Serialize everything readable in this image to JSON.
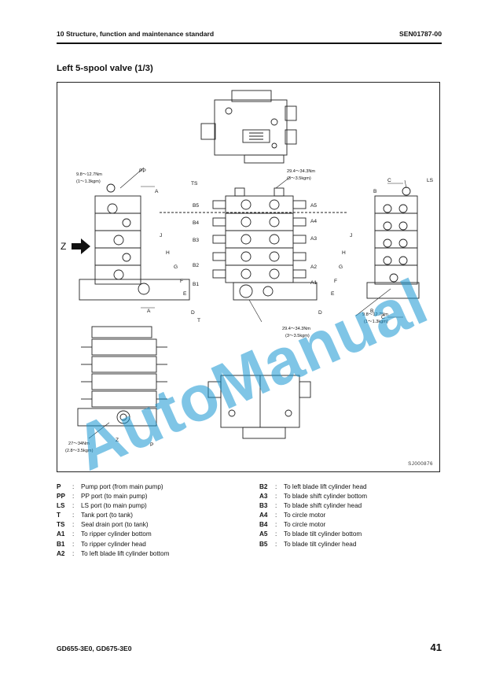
{
  "header": {
    "section": "10 Structure, function and maintenance standard",
    "doc_code": "SEN01787-00"
  },
  "title": "Left 5-spool valve (1/3)",
  "figure": {
    "code": "SJ000876",
    "torque_pp_1": "9.8～12.7Nm",
    "torque_pp_2": "(1～1.3kgm)",
    "torque_ts_1": "29.4～34.3Nm",
    "torque_ts_2": "(3～3.5kgm)",
    "torque_t_1": "29.4～34.3Nm",
    "torque_t_2": "(3～3.5kgm)",
    "torque_b_1": "9.8～12.7Nm",
    "torque_b_2": "(1～1.3kgm)",
    "torque_z_1": "27～34Nm",
    "torque_z_2": "(2.8～3.5kgm)",
    "ports": [
      "TS",
      "B5",
      "B4",
      "B3",
      "B2",
      "B1",
      "A5",
      "A4",
      "A3",
      "A2",
      "A1",
      "T",
      "PP",
      "P",
      "LS",
      "Z",
      "A",
      "B",
      "C",
      "D",
      "E",
      "F",
      "G",
      "H",
      "J"
    ]
  },
  "watermark": "AutoManual",
  "legend_left": [
    {
      "code": "P",
      "desc": "Pump port (from main pump)"
    },
    {
      "code": "PP",
      "desc": "PP port (to main pump)"
    },
    {
      "code": "LS",
      "desc": "LS port (to main pump)"
    },
    {
      "code": "T",
      "desc": "Tank port (to tank)"
    },
    {
      "code": "TS",
      "desc": "Seal drain port (to tank)"
    },
    {
      "code": "A1",
      "desc": "To ripper cylinder bottom"
    },
    {
      "code": "B1",
      "desc": "To ripper cylinder head"
    },
    {
      "code": "A2",
      "desc": "To left blade lift cylinder bottom"
    }
  ],
  "legend_right": [
    {
      "code": "B2",
      "desc": "To left blade lift cylinder head"
    },
    {
      "code": "A3",
      "desc": "To blade shift cylinder bottom"
    },
    {
      "code": "B3",
      "desc": "To blade shift cylinder head"
    },
    {
      "code": "A4",
      "desc": "To circle motor"
    },
    {
      "code": "B4",
      "desc": "To circle motor"
    },
    {
      "code": "A5",
      "desc": "To blade tilt cylinder bottom"
    },
    {
      "code": "B5",
      "desc": "To blade tilt cylinder head"
    }
  ],
  "footer": {
    "model": "GD655-3E0, GD675-3E0",
    "page": "41"
  }
}
